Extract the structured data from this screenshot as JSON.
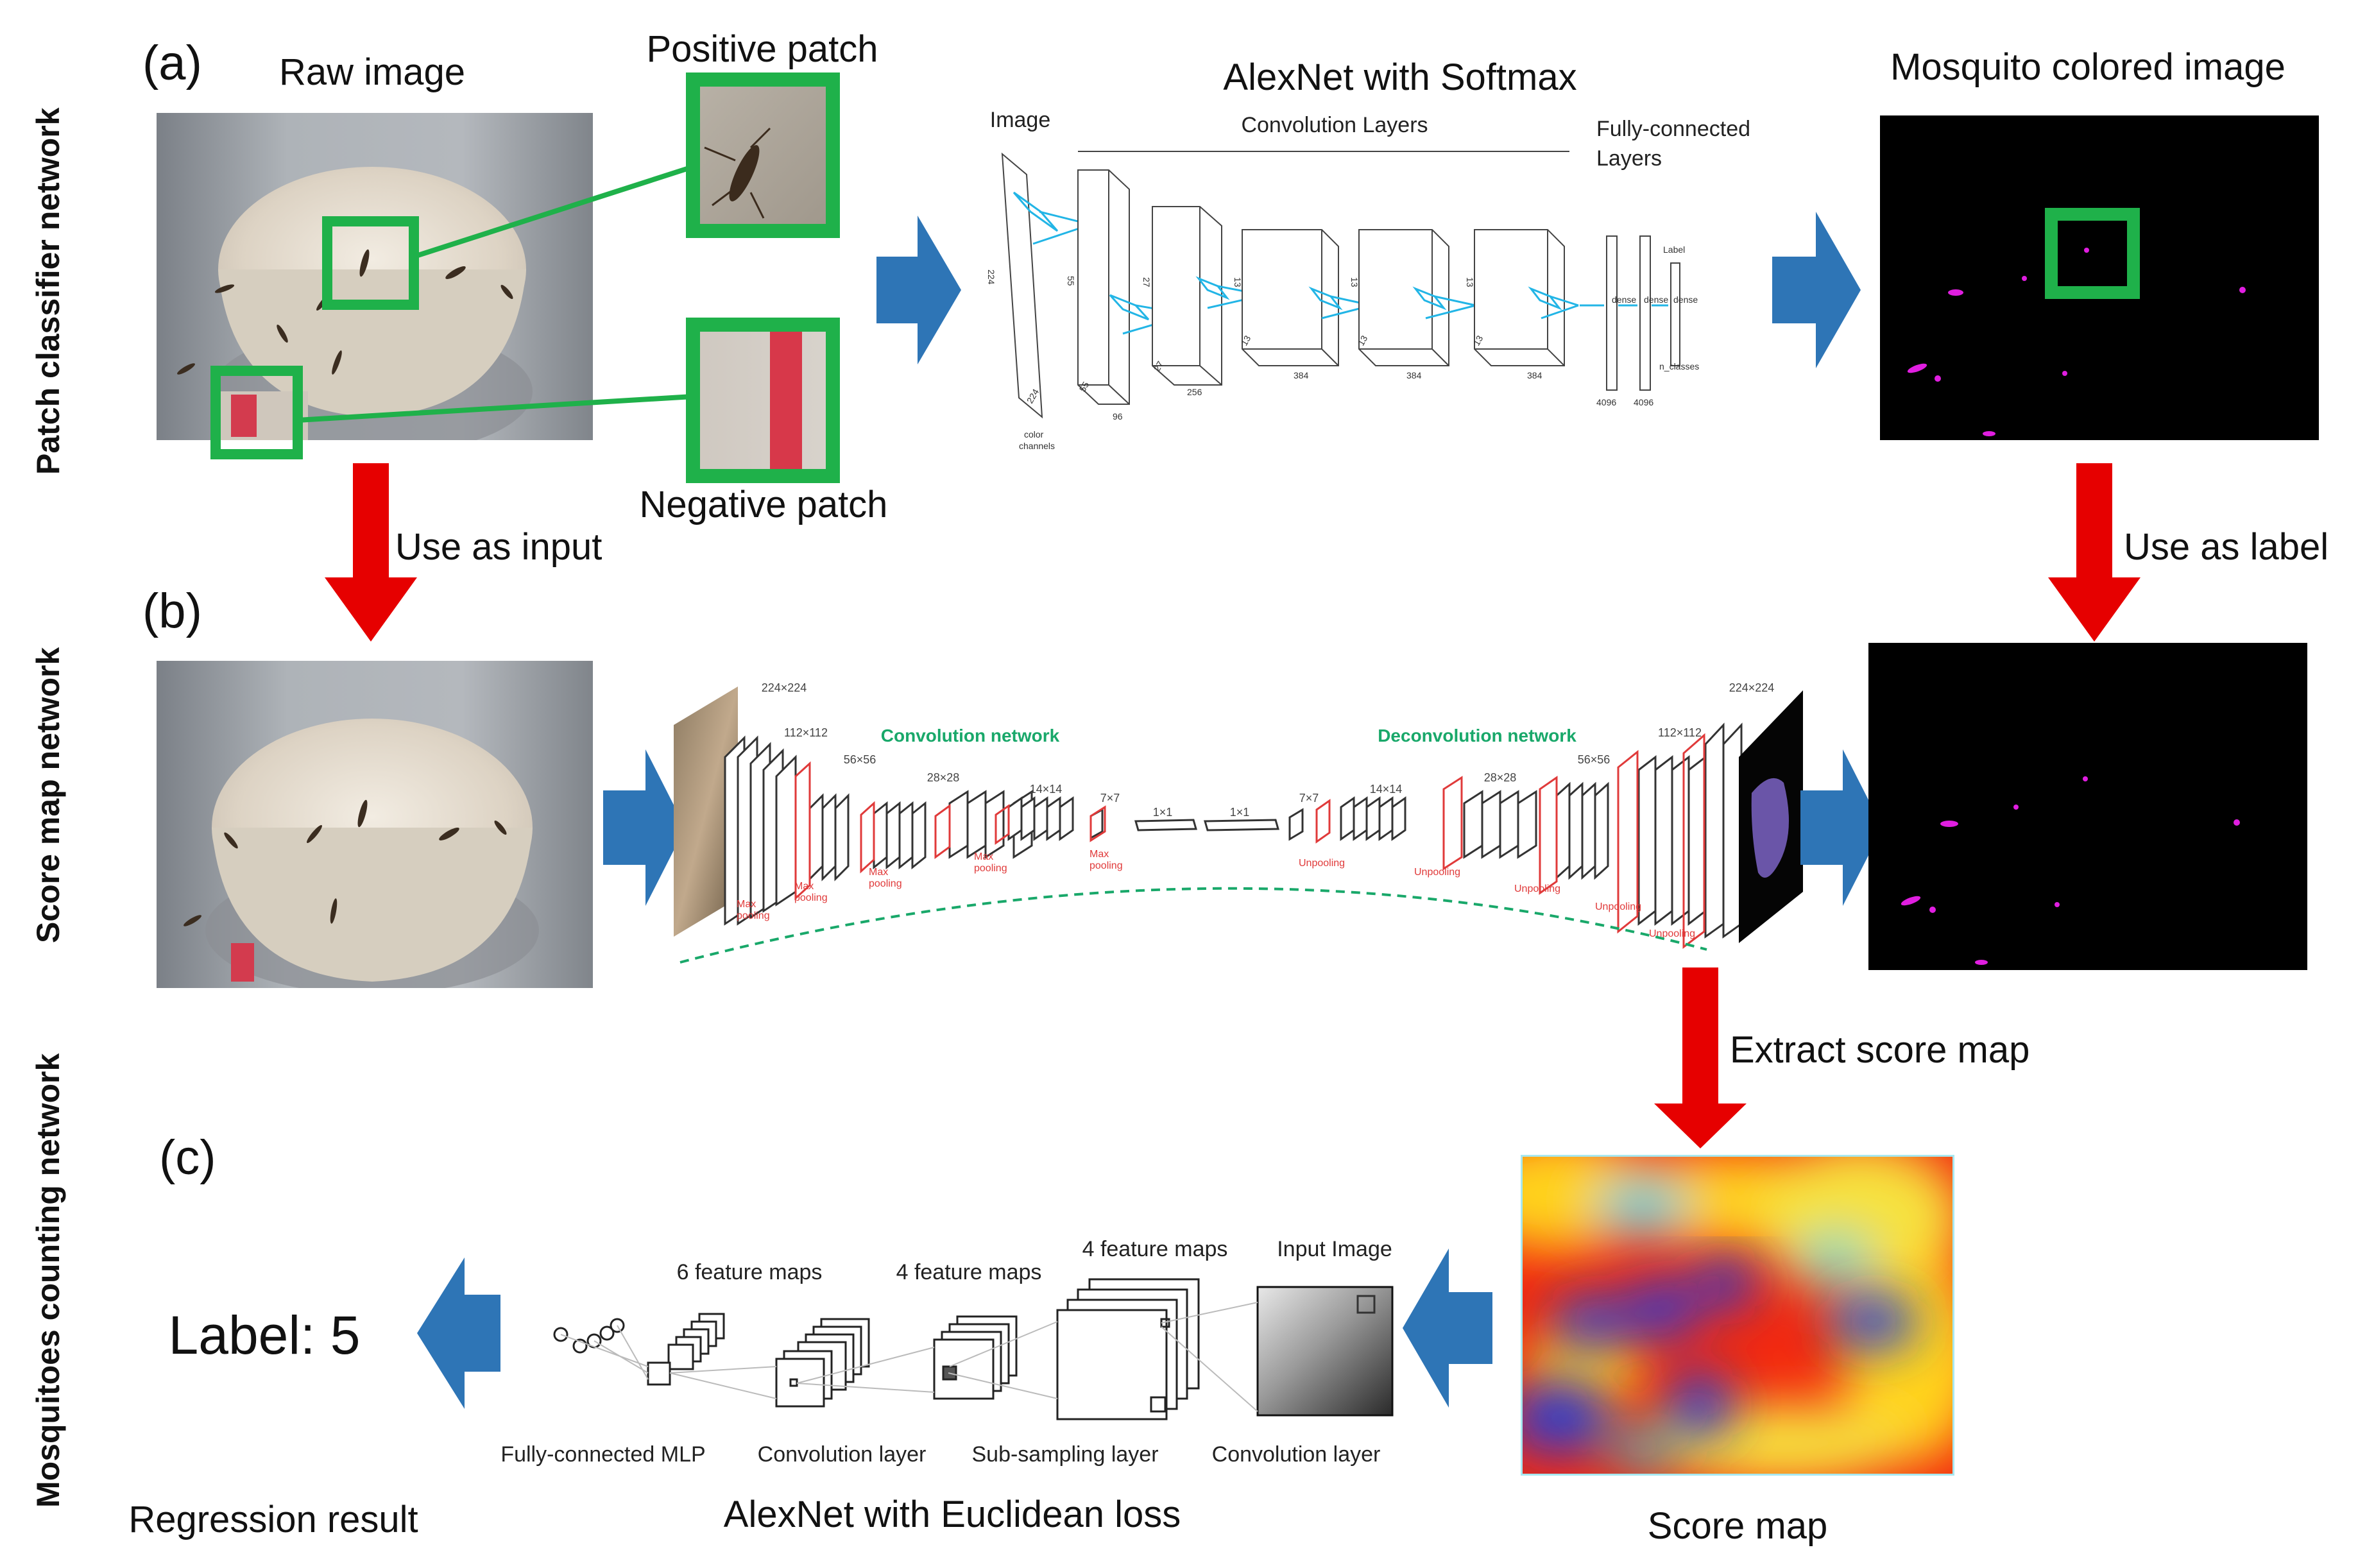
{
  "panels": {
    "a": "(a)",
    "b": "(b)",
    "c": "(c)"
  },
  "side_labels": {
    "patch": "Patch classifier network",
    "score": "Score map network",
    "count": "Mosquitoes counting network"
  },
  "row_a": {
    "raw_image": "Raw image",
    "positive_patch": "Positive patch",
    "negative_patch": "Negative patch",
    "alexnet_title": "AlexNet with  Softmax",
    "image": "Image",
    "conv_layers": "Convolution Layers",
    "fc_line1": "Fully-connected",
    "fc_line2": "Layers",
    "label_small": "Label",
    "dims": {
      "d224": "224",
      "d55": "55",
      "d27": "27",
      "d13": "13",
      "d96": "96",
      "d256": "256",
      "d384": "384",
      "d4096": "4096",
      "color": "color",
      "channels": "channels",
      "dense": "dense",
      "nclass": "n_classes"
    },
    "mosquito_colored": "Mosquito colored image"
  },
  "arrows": {
    "use_as_input": "Use as input",
    "use_as_label": "Use as label",
    "extract_score_map": "Extract score map"
  },
  "row_b": {
    "conv_network": "Convolution network",
    "deconv_network": "Deconvolution network",
    "sizes": {
      "s224": "224×224",
      "s112": "112×112",
      "s56": "56×56",
      "s28": "28×28",
      "s14": "14×14",
      "s7": "7×7",
      "s1": "1×1"
    },
    "max_pooling": [
      "Max",
      "pooling"
    ],
    "unpooling": "Unpooling"
  },
  "row_c": {
    "label_result": "Label:  5",
    "regression_result": "Regression result",
    "fc_mlp": "Fully-connected MLP",
    "conv_layer_1": "Convolution layer",
    "sub_sampling": "Sub-sampling layer",
    "conv_layer_2": "Convolution layer",
    "six_maps": "6 feature maps",
    "four_maps_1": "4 feature maps",
    "four_maps_2": "4 feature maps",
    "input_image": "Input Image",
    "alexnet_euclid": "AlexNet with  Euclidean loss",
    "score_map": "Score map"
  },
  "colors": {
    "blue_arrow": "#2e75b6",
    "red_arrow": "#e60000",
    "green_box": "#1fb14a",
    "magenta": "#e01ee0",
    "cyan": "#22b5e6"
  }
}
